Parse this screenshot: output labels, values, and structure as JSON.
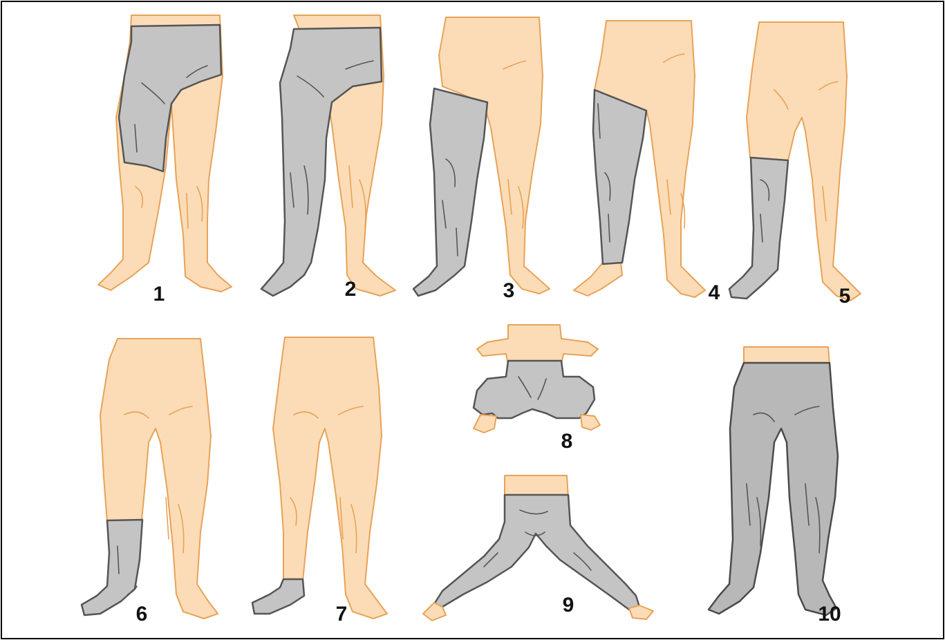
{
  "colors": {
    "skin_fill": "#fbdcb6",
    "skin_outline": "#e8a257",
    "garment_fill": "#c4c4c4",
    "garment_outline": "#555555",
    "frame": "#000000"
  },
  "figures": [
    {
      "label": "1",
      "garment": "compression shorts with one thigh covered"
    },
    {
      "label": "2",
      "garment": "one-leg compression pantyhose with waistband"
    },
    {
      "label": "3",
      "garment": "thigh-high compression stocking"
    },
    {
      "label": "4",
      "garment": "thigh-high compression stocking, open toe"
    },
    {
      "label": "5",
      "garment": "knee-high compression stocking"
    },
    {
      "label": "6",
      "garment": "calf-length compression stocking"
    },
    {
      "label": "7",
      "garment": "foot compression sock"
    },
    {
      "label": "8",
      "garment": "compression shorts, seated view"
    },
    {
      "label": "9",
      "garment": "compression tights, open toe, spread legs"
    },
    {
      "label": "10",
      "garment": "full compression tights"
    }
  ]
}
